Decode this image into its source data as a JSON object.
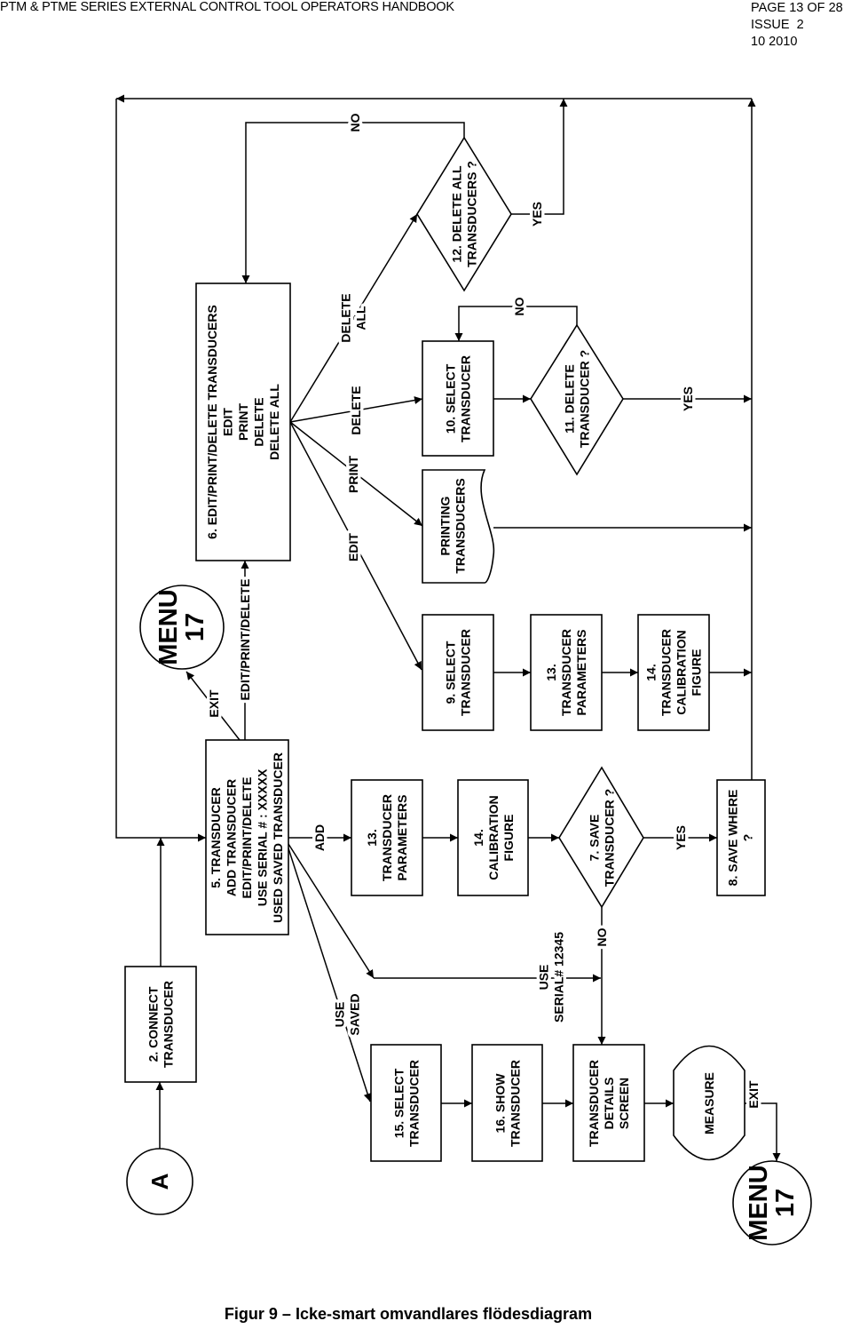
{
  "header": {
    "title": "PTM & PTME SERIES EXTERNAL CONTROL TOOL OPERATORS HANDBOOK",
    "page": "PAGE 13 OF 28",
    "issue": "ISSUE  2",
    "date": "10 2010"
  },
  "flowchart": {
    "nodes": {
      "connector_a": {
        "lines": [
          "A"
        ]
      },
      "connect": {
        "lines": [
          "2. CONNECT",
          "TRANSDUCER"
        ]
      },
      "transducer_menu": {
        "lines": [
          "5. TRANSDUCER",
          "ADD TRANSDUCER",
          "EDIT/PRINT/DELETE",
          "USE SERIAL # : XXXXX",
          "USED SAVED TRANSDUCER"
        ]
      },
      "menu_top": {
        "lines": [
          "MENU",
          "17"
        ]
      },
      "edit_print_delete": {
        "lines": [
          "6. EDIT/PRINT/DELETE TRANSDUCERS",
          "EDIT",
          "PRINT",
          "DELETE",
          "DELETE ALL"
        ]
      },
      "select_9": {
        "lines": [
          "9. SELECT",
          "TRANSDUCER"
        ]
      },
      "params_13b": {
        "lines": [
          "13.",
          "TRANSDUCER",
          "PARAMETERS"
        ]
      },
      "calib_14b": {
        "lines": [
          "14.",
          "TRANSDUCER",
          "CALIBRATION",
          "FIGURE"
        ]
      },
      "printing": {
        "lines": [
          "PRINTING",
          "TRANSDUCERS"
        ]
      },
      "select_10": {
        "lines": [
          "10. SELECT",
          "TRANSDUCER"
        ]
      },
      "delete_11": {
        "lines": [
          "11. DELETE",
          "TRANSDUCER ?"
        ]
      },
      "delete_all_12": {
        "lines": [
          "12. DELETE ALL",
          "TRANSDUCERS ?"
        ]
      },
      "params_13a": {
        "lines": [
          "13.",
          "TRANSDUCER",
          "PARAMETERS"
        ]
      },
      "calib_14a": {
        "lines": [
          "14.",
          "CALIBRATION",
          "FIGURE"
        ]
      },
      "save_7": {
        "lines": [
          "7. SAVE",
          "TRANSDUCER ?"
        ]
      },
      "save_where_8": {
        "lines": [
          "8. SAVE WHERE",
          "?"
        ]
      },
      "select_15": {
        "lines": [
          "15. SELECT",
          "TRANSDUCER"
        ]
      },
      "show_16": {
        "lines": [
          "16. SHOW",
          "TRANSDUCER"
        ]
      },
      "details": {
        "lines": [
          "TRANSDUCER",
          "DETAILS",
          "SCREEN"
        ]
      },
      "measure": {
        "lines": [
          "MEASURE"
        ]
      },
      "menu_bottom": {
        "lines": [
          "MENU",
          "17"
        ]
      }
    },
    "labels": {
      "exit_top": {
        "lines": [
          "EXIT"
        ]
      },
      "edit_print_delete": {
        "lines": [
          "EDIT/PRINT/DELETE"
        ]
      },
      "add": {
        "lines": [
          "ADD"
        ]
      },
      "yes_7": {
        "lines": [
          "YES"
        ]
      },
      "no_7": {
        "lines": [
          "NO"
        ]
      },
      "use_serial": {
        "lines": [
          "USE",
          "SERIAL# 12345"
        ]
      },
      "use_saved": {
        "lines": [
          "USE",
          "SAVED"
        ]
      },
      "exit_bottom": {
        "lines": [
          "EXIT"
        ]
      },
      "delete_all": {
        "lines": [
          "DELETE",
          "ALL"
        ]
      },
      "delete": {
        "lines": [
          "DELETE"
        ]
      },
      "print": {
        "lines": [
          "PRINT"
        ]
      },
      "edit": {
        "lines": [
          "EDIT"
        ]
      },
      "no_12": {
        "lines": [
          "NO"
        ]
      },
      "yes_12": {
        "lines": [
          "YES"
        ]
      },
      "no_11": {
        "lines": [
          "NO"
        ]
      },
      "yes_11": {
        "lines": [
          "YES"
        ]
      }
    }
  },
  "caption": "Figur 9 – Icke-smart omvandlares flödesdiagram"
}
